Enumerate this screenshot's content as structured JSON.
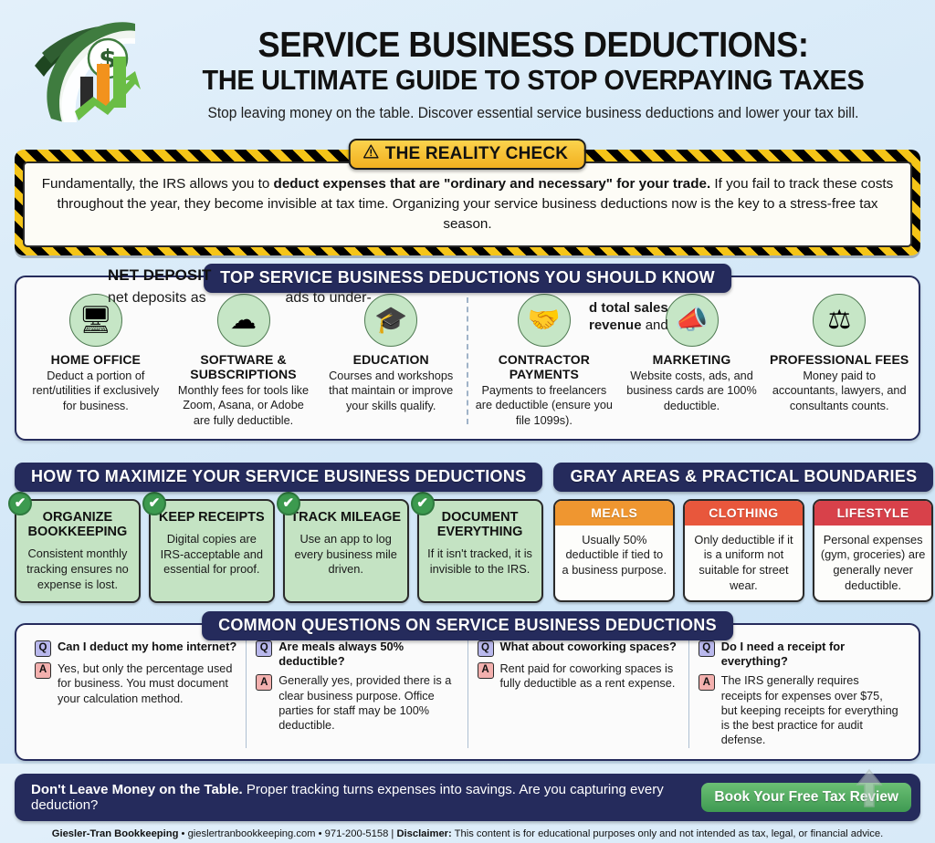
{
  "header": {
    "logo_icon": "money-chart-logo",
    "title_line1": "SERVICE BUSINESS DEDUCTIONS:",
    "title_line2": "THE ULTIMATE GUIDE TO STOP OVERPAYING TAXES",
    "subtitle": "Stop leaving money on the table. Discover essential service business deductions and lower your tax bill."
  },
  "reality_check": {
    "badge_icon": "warning-triangle-icon",
    "badge_label": "THE REALITY CHECK",
    "body_pre": "Fundamentally, the IRS allows you to ",
    "body_bold": "deduct expenses that are \"ordinary and necessary\" for your trade.",
    "body_post": " If you fail to track these costs throughout the year, they become invisible at tax time. Organizing your service business deductions now is the key to a stress-free tax season."
  },
  "top_deductions": {
    "pill_label": "TOP SERVICE BUSINESS DEDUCTIONS YOU SHOULD KNOW",
    "items": [
      {
        "icon": "home-office-desk-icon",
        "glyph": "🖥",
        "name": "HOME OFFICE",
        "desc": "Deduct a portion of rent/utilities if exclusively for business."
      },
      {
        "icon": "cloud-software-icon",
        "glyph": "☁",
        "name": "SOFTWARE & SUBSCRIPTIONS",
        "desc": "Monthly fees for tools like Zoom, Asana, or Adobe are fully deductible."
      },
      {
        "icon": "graduation-cap-books-icon",
        "glyph": "🎓",
        "name": "EDUCATION",
        "desc": "Courses and workshops that maintain or improve your skills qualify."
      },
      {
        "icon": "handshake-money-icon",
        "glyph": "🤝",
        "name": "CONTRACTOR PAYMENTS",
        "desc": "Payments to freelancers are deductible (ensure you file 1099s)."
      },
      {
        "icon": "megaphone-target-icon",
        "glyph": "📣",
        "name": "MARKETING",
        "desc": "Website costs, ads, and business cards are 100% deductible."
      },
      {
        "icon": "gavel-calculator-icon",
        "glyph": "⚖",
        "name": "PROFESSIONAL FEES",
        "desc": "Money paid to accountants, lawyers, and consultants counts."
      }
    ],
    "overlay_artifact": {
      "heading": "NET DEPOSIT",
      "line": "net deposits as",
      "fragment": "ads to under-",
      "right_bold1": "d total sales",
      "right_bold2": "revenue",
      "right_plain": " and"
    }
  },
  "maximize": {
    "pill_label": "HOW TO MAXIMIZE YOUR SERVICE BUSINESS DEDUCTIONS",
    "check_icon": "check-mark-icon",
    "cards": [
      {
        "title": "ORGANIZE BOOKKEEPING",
        "body": "Consistent monthly tracking ensures no expense is lost."
      },
      {
        "title": "KEEP RECEIPTS",
        "body": "Digital copies are IRS-acceptable and essential for proof."
      },
      {
        "title": "TRACK MILEAGE",
        "body": "Use an app to log every business mile driven."
      },
      {
        "title": "DOCUMENT EVERYTHING",
        "body": "If it isn't tracked, it is invisible to the IRS."
      }
    ]
  },
  "gray_areas": {
    "pill_label": "GRAY AREAS & PRACTICAL BOUNDARIES",
    "cards": [
      {
        "title": "MEALS",
        "color": "#ef9630",
        "body": "Usually 50% deductible if tied to a business purpose."
      },
      {
        "title": "CLOTHING",
        "color": "#e8573c",
        "body": "Only deductible if it is a uniform not suitable for street wear."
      },
      {
        "title": "LIFESTYLE",
        "color": "#d8414a",
        "body": "Personal expenses (gym, groceries) are generally never deductible."
      }
    ]
  },
  "faq": {
    "pill_label": "COMMON QUESTIONS ON SERVICE BUSINESS DEDUCTIONS",
    "q_badge": "Q",
    "a_badge": "A",
    "items": [
      {
        "q": "Can I deduct my home internet?",
        "a": "Yes, but only the percentage used for business. You must document your calculation method."
      },
      {
        "q": "Are meals always 50% deductible?",
        "a": "Generally yes, provided there is a clear business purpose. Office parties for staff may be 100% deductible."
      },
      {
        "q": "What about coworking spaces?",
        "a": "Rent paid for coworking spaces is fully deductible as a rent expense."
      },
      {
        "q": "Do I need a receipt for everything?",
        "a": "The IRS generally requires receipts for expenses over $75, but keeping receipts for everything is the best practice for audit defense."
      }
    ]
  },
  "footer": {
    "cta_bold": "Don't Leave Money on the Table.",
    "cta_rest": " Proper tracking turns expenses into savings. Are you capturing every deduction?",
    "cta_button": "Book Your Free Tax Review",
    "cursor_icon": "mouse-cursor-icon",
    "credits_company": "Giesler-Tran Bookkeeping",
    "credits_sep1": " • ",
    "credits_site": "gieslertranbookkeeping.com",
    "credits_sep2": " • ",
    "credits_phone": "971-200-5158",
    "credits_sep3": "  |  ",
    "credits_disclaimer_label": "Disclaimer:",
    "credits_disclaimer": " This content is for educational purposes only and not intended as tax, legal, or financial advice."
  }
}
